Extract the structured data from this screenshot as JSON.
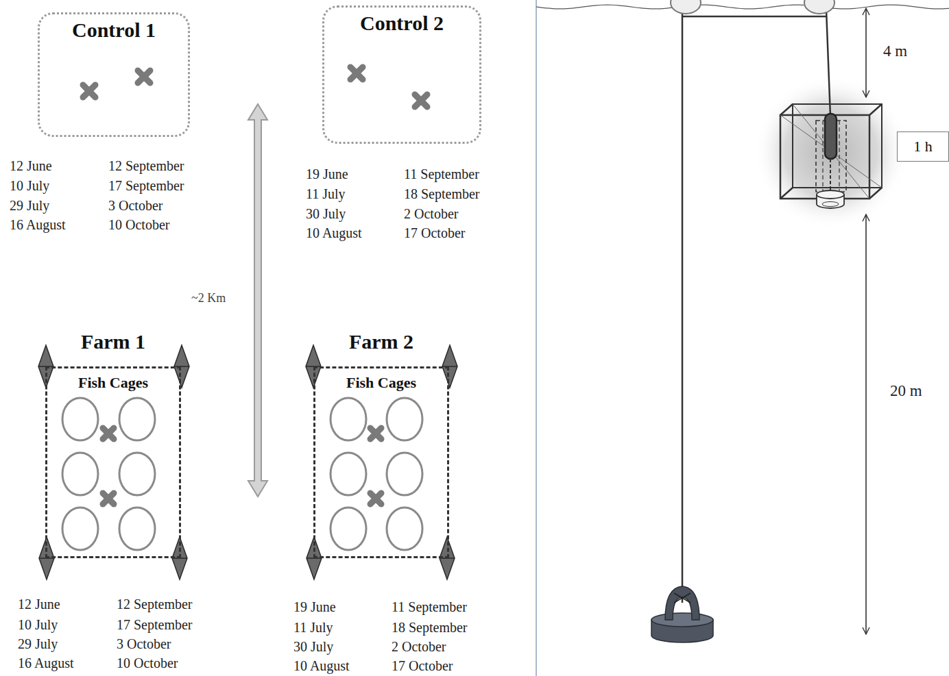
{
  "diagram": {
    "nodes": [
      {
        "text": [
          "Control 1"
        ]
      },
      {
        "text": [
          "Control 2"
        ]
      },
      {
        "text": [
          "Farm 1",
          "Fish Cages"
        ]
      },
      {
        "text": [
          "Farm 2",
          "Fish Cages"
        ]
      },
      {
        "text": [
          "1 h"
        ]
      }
    ],
    "labels": [
      "12 June",
      "10 July",
      "29 July",
      "16 August",
      "12 September",
      "17 September",
      "3 October",
      "10 October",
      "19 June",
      "11 July",
      "30 July",
      "10 August",
      "11 September",
      "18 September",
      "2 October",
      "17 October",
      "~2 Km",
      "12 June",
      "10 July",
      "29 July",
      "16 August",
      "12 September",
      "17 September",
      "3 October",
      "10 October",
      "19 June",
      "11 July",
      "30 July",
      "10 August",
      "11 September",
      "18 September",
      "2 October",
      "17 October",
      "4 m",
      "20 m"
    ]
  }
}
